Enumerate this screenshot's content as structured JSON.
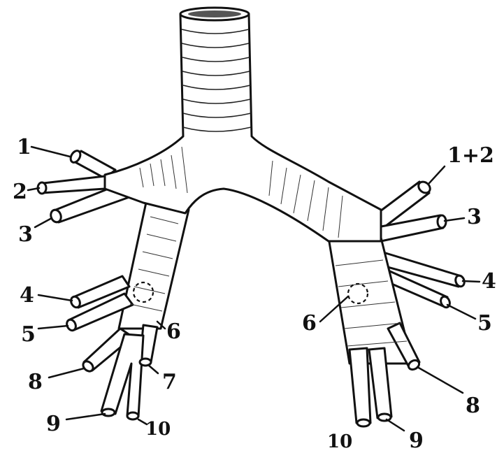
{
  "labels": {
    "right_lung": {
      "seg1": "1",
      "seg2": "2",
      "seg3": "3",
      "seg4": "4",
      "seg5": "5",
      "seg6": "6",
      "seg7": "7",
      "seg8": "8",
      "seg9": "9",
      "seg10": "10"
    },
    "left_lung": {
      "seg1_2": "1+2",
      "seg3": "3",
      "seg4": "4",
      "seg5": "5",
      "seg6": "6",
      "seg8": "8",
      "seg9": "9",
      "seg10": "10"
    }
  }
}
